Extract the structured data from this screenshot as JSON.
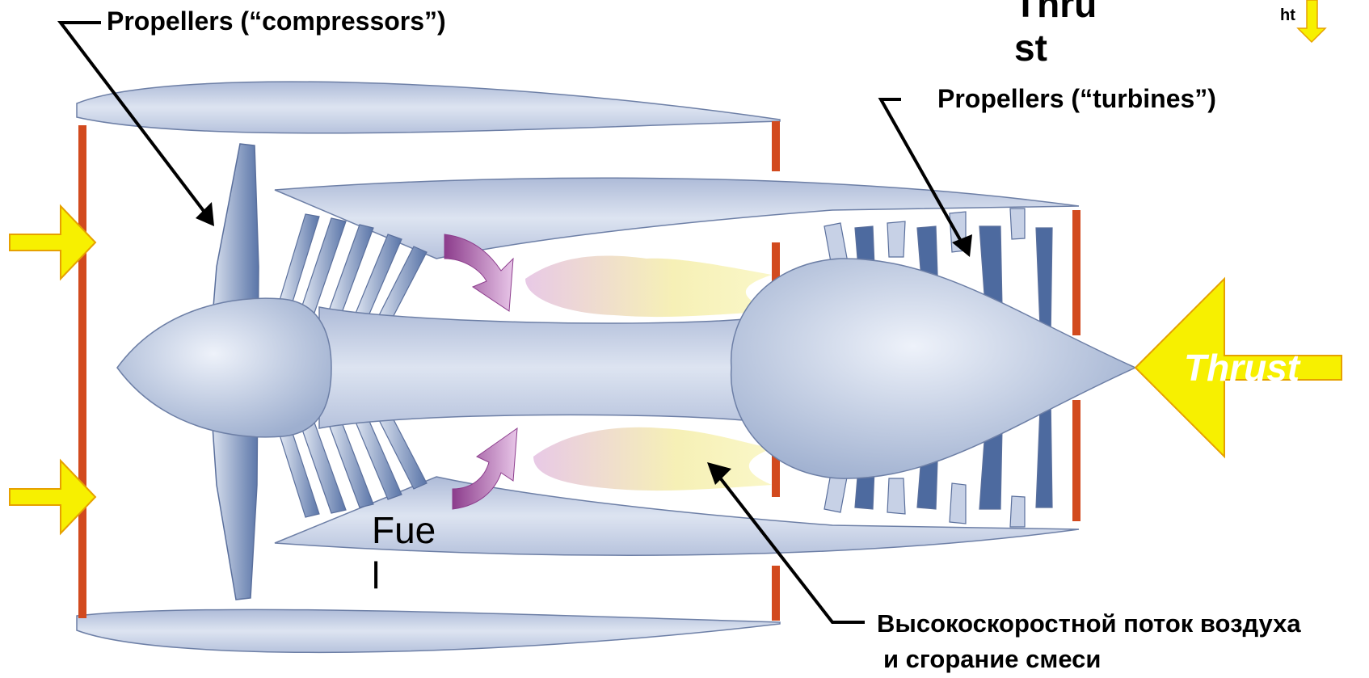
{
  "labels": {
    "compressors": "Propellers (“compressors”)",
    "turbines": "Propellers (“turbines”)",
    "thrust_top": "Thru st",
    "thrust_top_line2": "st",
    "thrust_arrow": "Thrust",
    "weight_partial": "ht",
    "fuel_line1": "Fue",
    "fuel_line2": "l",
    "combustion_line1": "Высокоскоростной поток воздуха",
    "combustion_line2": "и сгорание смеси"
  },
  "colors": {
    "casing_fill": "#c5d0e6",
    "casing_stroke": "#5c6f9c",
    "blade_dark": "#5a75a8",
    "red_line": "#d24a1e",
    "yellow_arrow": "#f7f000",
    "arrow_outline": "#e6a100",
    "fuel_arrow": "#9c4b9a",
    "flame": "#f3ecb0"
  }
}
